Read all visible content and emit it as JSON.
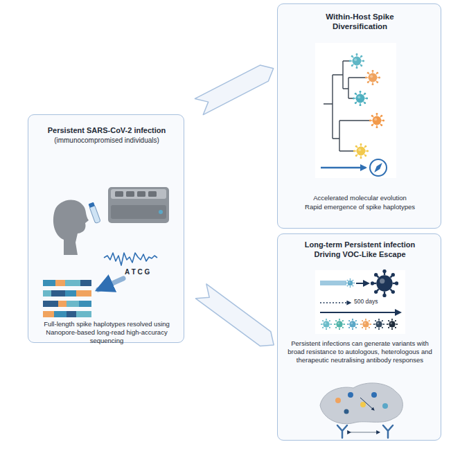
{
  "diagram": {
    "nodes": [
      {
        "text": [
          "Persistent SARS-CoV-2 infection",
          "(immunocompromised individuals)",
          "Full-length spike haplotypes resolved using Nanopore-based long-read high-accuracy sequencing"
        ]
      },
      {
        "text": [
          "Within-Host Spike Diversification",
          "Accelerated molecular evolution",
          "Rapid emergence of spike haplotypes"
        ]
      },
      {
        "text": [
          "Long-term Persistent infection Driving VOC-Like Escape",
          "Persistent infections can generate variants with broad resistance to autologous, heterologous and therapeutic neutralising antibody responses"
        ]
      }
    ],
    "edges": [
      {
        "from": 0,
        "to": 1,
        "arrow": "to"
      },
      {
        "from": 0,
        "to": 2,
        "arrow": "to"
      }
    ],
    "labels": [
      "A T C G",
      "500 days"
    ]
  }
}
